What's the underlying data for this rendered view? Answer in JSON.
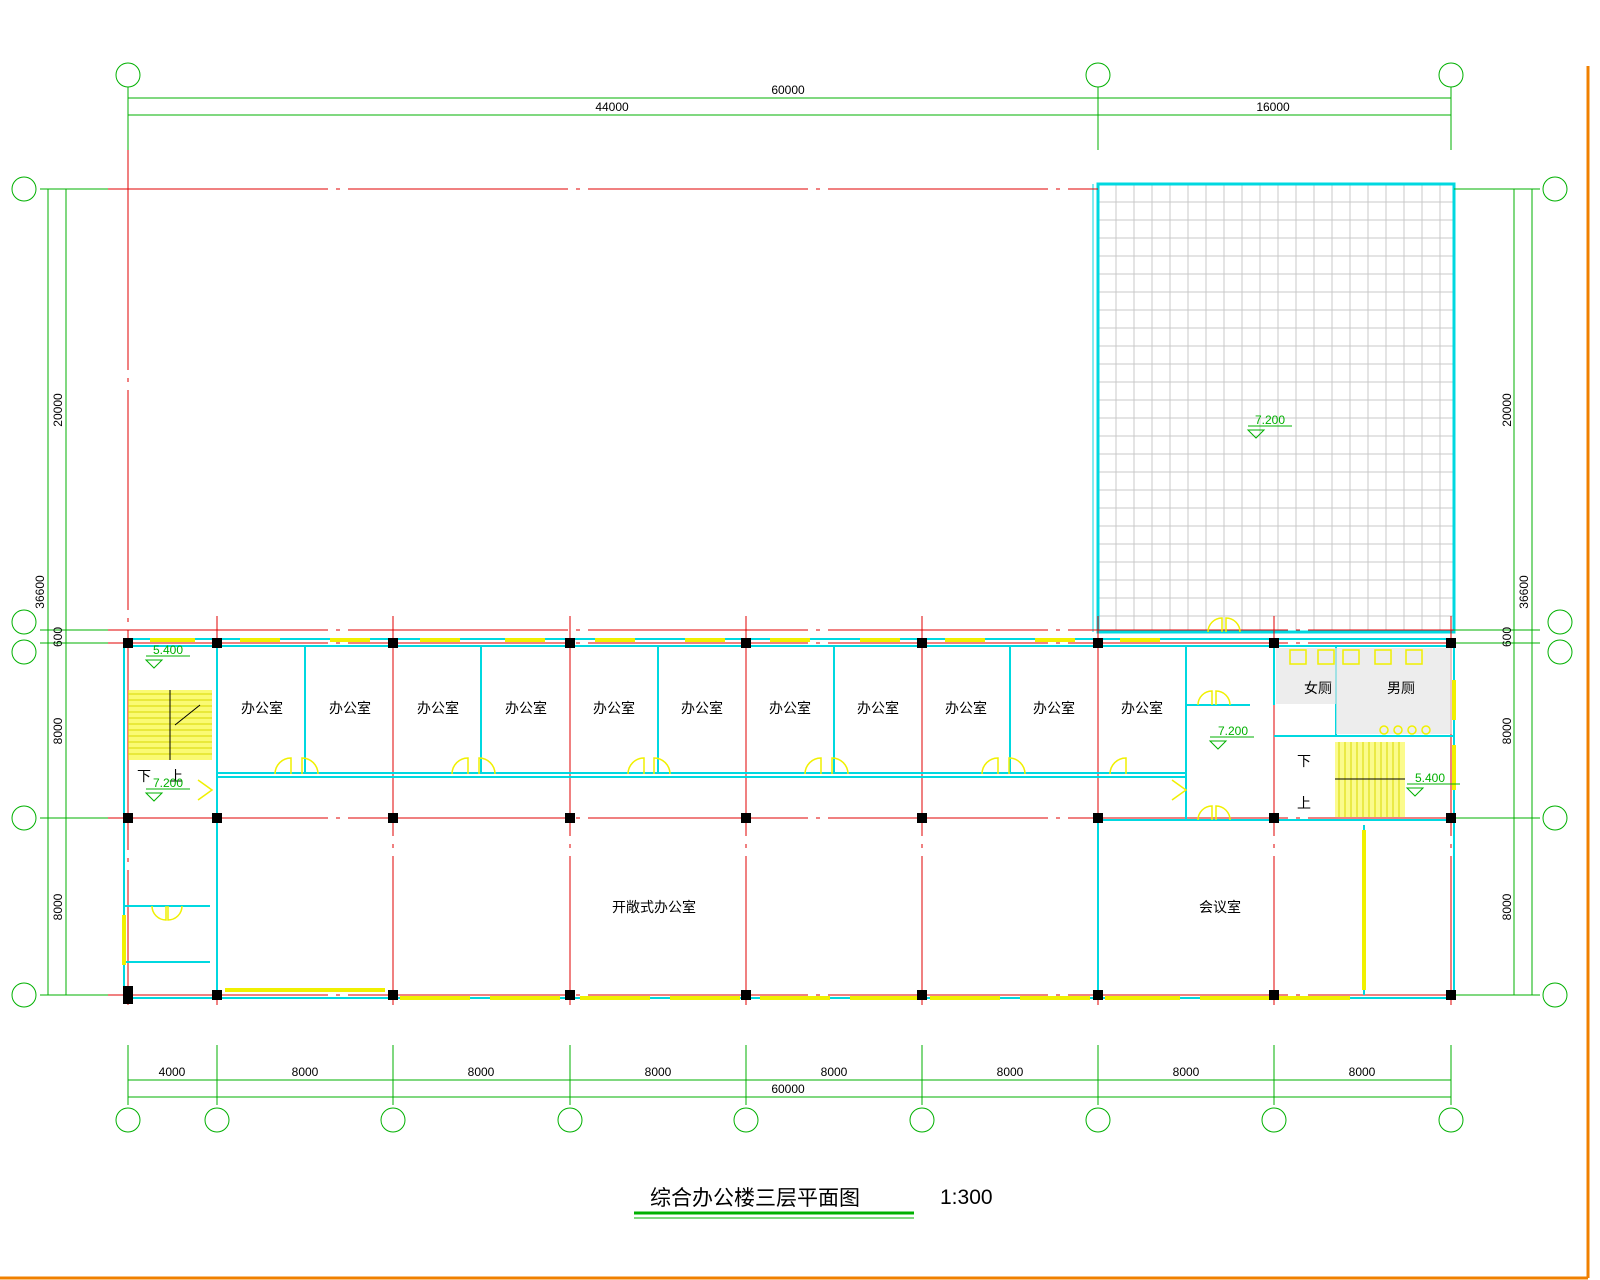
{
  "drawing": {
    "title": "综合办公楼三层平面图",
    "scale": "1:300"
  },
  "dimensions": {
    "top_overall": "60000",
    "top_left": "44000",
    "top_right": "16000",
    "bottom_overall": "60000",
    "bottom_spans": [
      "4000",
      "8000",
      "8000",
      "8000",
      "8000",
      "8000",
      "8000",
      "8000"
    ],
    "left_vertical": [
      "20000",
      "36600",
      "600",
      "8000",
      "8000"
    ],
    "right_vertical": [
      "20000",
      "36600",
      "600",
      "8000",
      "8000"
    ]
  },
  "rooms": {
    "offices": [
      "办公室",
      "办公室",
      "办公室",
      "办公室",
      "办公室",
      "办公室",
      "办公室",
      "办公室",
      "办公室",
      "办公室",
      "办公室"
    ],
    "open_office": "开敞式办公室",
    "meeting_room": "会议室",
    "womens_toilet": "女厕",
    "mens_toilet": "男厕"
  },
  "stairs": {
    "left_down": "下",
    "left_up": "上",
    "right_down": "下",
    "right_up": "上"
  },
  "levels": {
    "roof_terrace": "7.200",
    "left_stair_top": "5.400",
    "left_stair_bottom": "7.200",
    "lobby": "7.200",
    "right_stair": "5.400"
  },
  "colors": {
    "axis": "#e00000",
    "dimension": "#00b000",
    "wall": "#00d8e0",
    "window": "#f0f000",
    "column": "#000000",
    "border": "#f08000"
  }
}
